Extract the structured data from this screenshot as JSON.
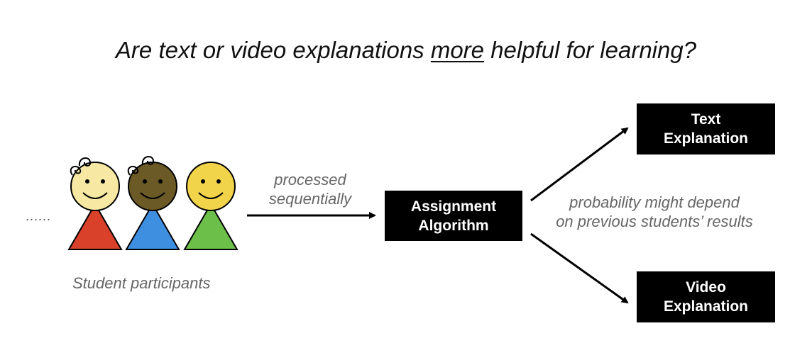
{
  "title": {
    "before": "Are text or video explanations ",
    "emphasis": "more",
    "after": " helpful for learning?"
  },
  "ellipsis": "......",
  "students_caption": "Student participants",
  "edge_label": {
    "line1": "processed",
    "line2": "sequentially"
  },
  "algorithm_box": {
    "line1": "Assignment",
    "line2": "Algorithm"
  },
  "probability_note": {
    "line1": "probability might depend",
    "line2": "on previous students’ results"
  },
  "text_box": {
    "line1": "Text",
    "line2": "Explanation"
  },
  "video_box": {
    "line1": "Video",
    "line2": "Explanation"
  },
  "students": [
    {
      "face": "#f7e9a3",
      "body": "#d9412b",
      "curl": true
    },
    {
      "face": "#6b5a26",
      "body": "#3f8fe0",
      "curl": true
    },
    {
      "face": "#f2d44a",
      "body": "#6cc04a",
      "curl": false
    }
  ]
}
